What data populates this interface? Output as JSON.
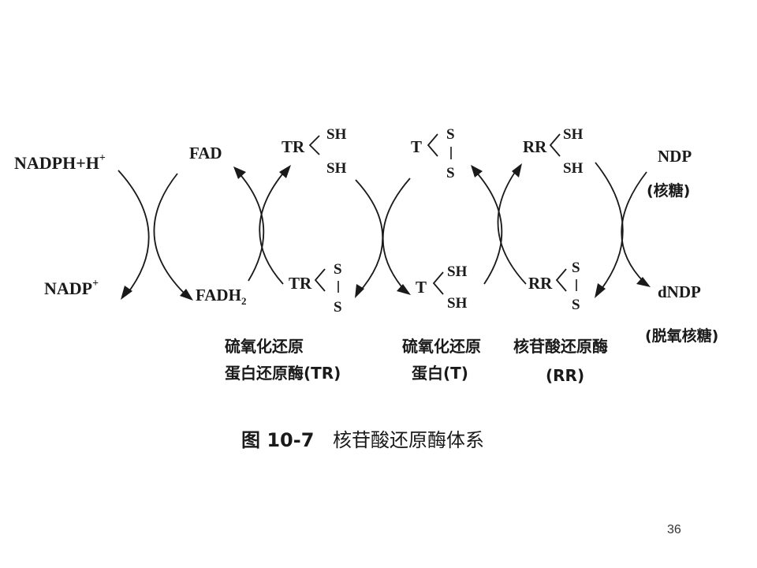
{
  "colors": {
    "ink": "#1a1a1a",
    "background": "#ffffff"
  },
  "species": {
    "nadph": "NADPH+H",
    "nadph_sup": "+",
    "nadp": "NADP",
    "nadp_sup": "+",
    "fad": "FAD",
    "fadh2_main": "FADH",
    "fadh2_sub": "2",
    "tr": "TR",
    "t": "T",
    "rr": "RR",
    "sh": "SH",
    "s": "S",
    "ndp": "NDP",
    "ndp_note": "(核糖)",
    "dndp": "dNDP",
    "dndp_note": "(脱氧核糖)"
  },
  "labels": {
    "tr_line1": "硫氧化还原",
    "tr_line2": "蛋白还原酶(TR)",
    "t_line1": "硫氧化还原",
    "t_line2": "蛋白(T)",
    "rr_line1": "核苷酸还原酶",
    "rr_line2": "(RR)"
  },
  "caption": {
    "number": "图 10-7",
    "title": "核苷酸还原酶体系"
  },
  "page_number": "36"
}
